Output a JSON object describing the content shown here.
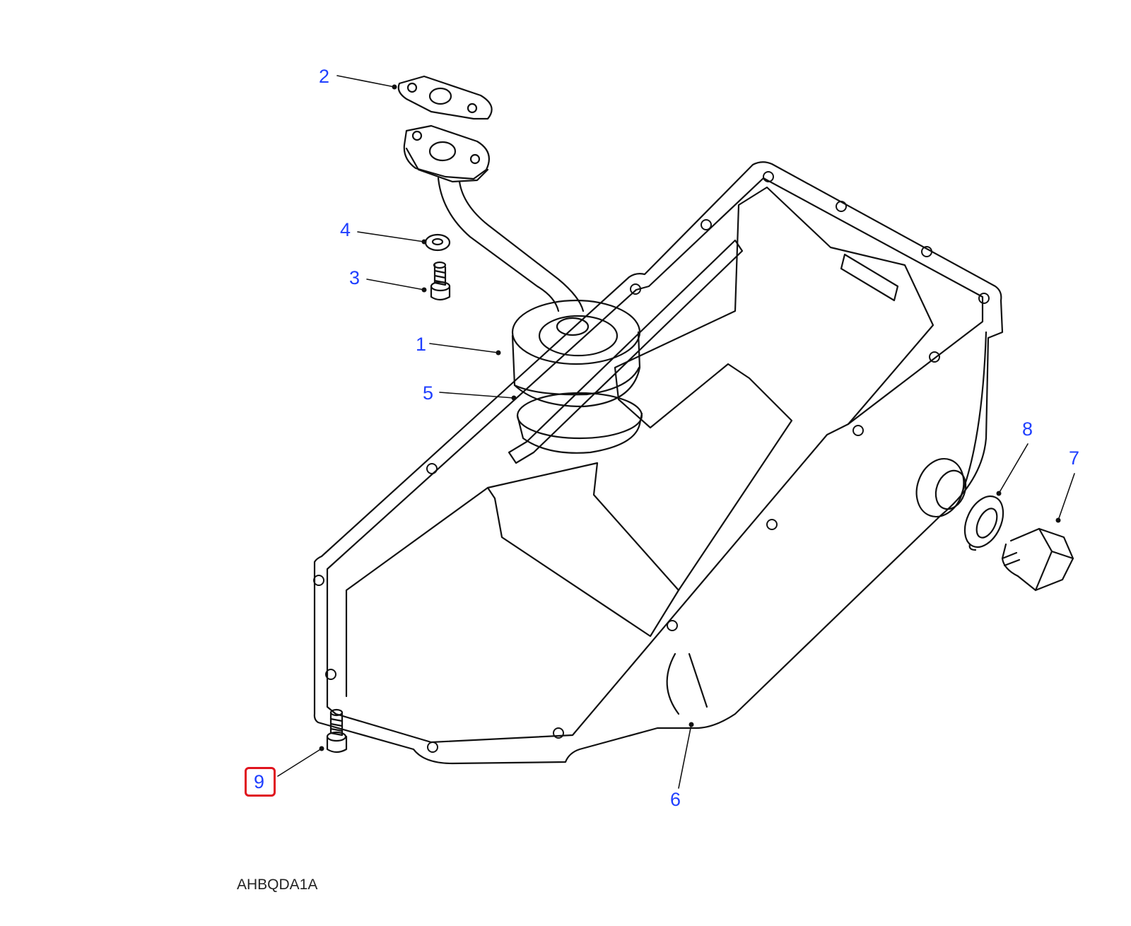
{
  "colors": {
    "callout_text": "#1f3fff",
    "selected_outline": "#e0141e",
    "line_art": "#111111",
    "figure_code_text": "#222222"
  },
  "callouts": [
    {
      "id": "2",
      "label": "2"
    },
    {
      "id": "4",
      "label": "4"
    },
    {
      "id": "3",
      "label": "3"
    },
    {
      "id": "1",
      "label": "1"
    },
    {
      "id": "5",
      "label": "5"
    },
    {
      "id": "8",
      "label": "8"
    },
    {
      "id": "7",
      "label": "7"
    },
    {
      "id": "9",
      "label": "9",
      "selected": true
    },
    {
      "id": "6",
      "label": "6"
    }
  ],
  "figure_code": "AHBQDA1A"
}
